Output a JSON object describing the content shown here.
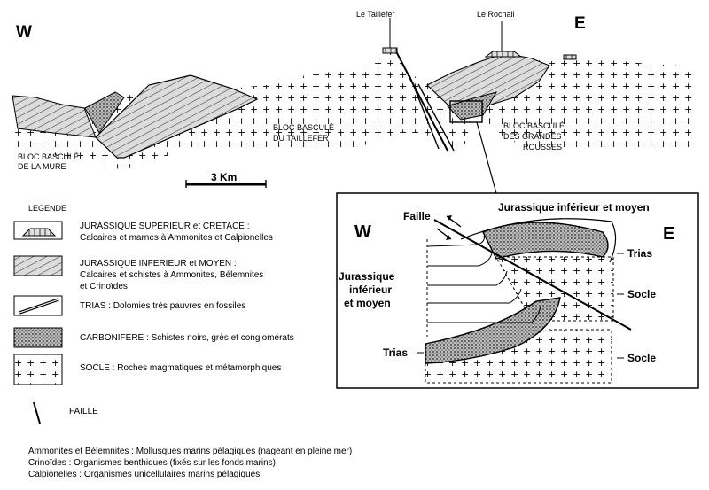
{
  "section": {
    "west": "W",
    "east": "E",
    "peaks": [
      "Le Taillefer",
      "Le Rochail"
    ],
    "blocks": [
      {
        "line1": "BLOC BASCULÉ",
        "line2": "DE LA MURE"
      },
      {
        "line1": "BLOC BASCULÉ",
        "line2": "DU TAILLEFER"
      },
      {
        "line1": "BLOC BASCULÉ",
        "line2": "DES GRANDES",
        "line3": "ROUSSES"
      }
    ],
    "scale": "3 Km"
  },
  "legend": {
    "title": "LEGENDE",
    "items": [
      {
        "name": "JURASSIQUE SUPERIEUR et CRETACE :",
        "desc1": "Calcaires et marnes à Ammonites et Calpionelles"
      },
      {
        "name": "JURASSIQUE INFERIEUR et MOYEN :",
        "desc1": "Calcaires et schistes à Ammonites, Bélemnites",
        "desc2": "et Crinoïdes"
      },
      {
        "name": "TRIAS : Dolomies très pauvres en fossiles"
      },
      {
        "name": "CARBONIFERE : Schistes noirs, grès et conglomérats"
      },
      {
        "name": "SOCLE : Roches magmatiques et métamorphiques"
      },
      {
        "name": "FAILLE"
      }
    ]
  },
  "inset": {
    "west": "W",
    "east": "E",
    "fault": "Faille",
    "top_label": "Jurassique inférieur et moyen",
    "left_label": [
      "Jurassique",
      "inférieur",
      "et moyen"
    ],
    "trias_left": "Trias",
    "trias_right": "Trias",
    "socle_upper": "Socle",
    "socle_lower": "Socle"
  },
  "captions": [
    "Ammonites et Bélemnites : Mollusques marins pélagiques (nageant en pleine mer)",
    "Crinoïdes : Organismes benthiques (fixés sur les fonds marins)",
    "Calpionelles : Organismes unicellulaires marins pélagiques"
  ]
}
